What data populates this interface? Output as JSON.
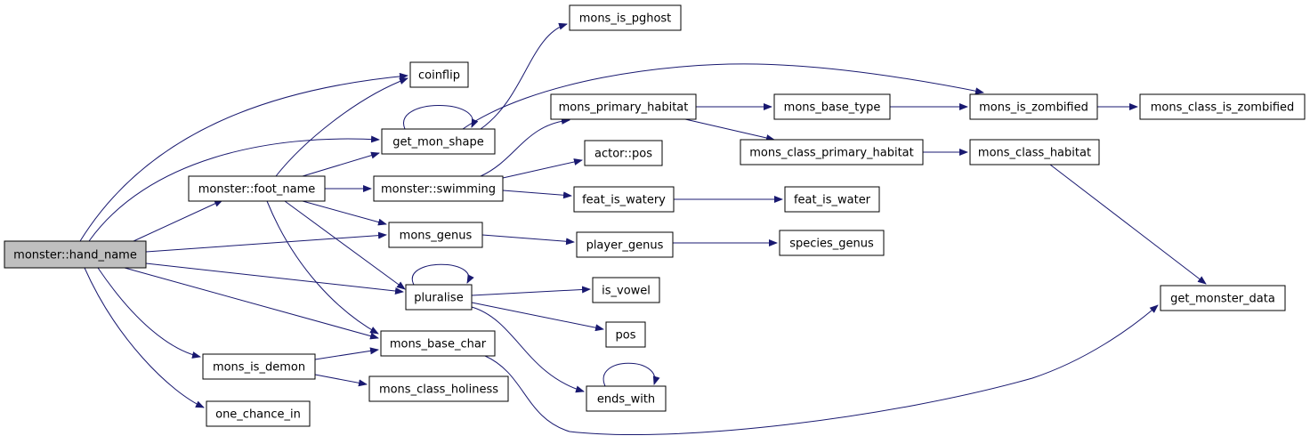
{
  "colors": {
    "background": "#ffffff",
    "edge": "#191970",
    "node_border": "#000000",
    "node_fill": "#ffffff",
    "root_fill": "#bfbfbf"
  },
  "nodes": [
    {
      "id": "hand_name",
      "label": "monster::hand_name",
      "root": true
    },
    {
      "id": "coinflip",
      "label": "coinflip"
    },
    {
      "id": "get_mon_shape",
      "label": "get_mon_shape"
    },
    {
      "id": "foot_name",
      "label": "monster::foot_name"
    },
    {
      "id": "mons_genus",
      "label": "mons_genus"
    },
    {
      "id": "pluralise",
      "label": "pluralise"
    },
    {
      "id": "mons_base_char",
      "label": "mons_base_char"
    },
    {
      "id": "mons_is_demon",
      "label": "mons_is_demon"
    },
    {
      "id": "one_chance_in",
      "label": "one_chance_in"
    },
    {
      "id": "mons_is_pghost",
      "label": "mons_is_pghost"
    },
    {
      "id": "swimming",
      "label": "monster::swimming"
    },
    {
      "id": "mons_primary_habitat",
      "label": "mons_primary_habitat"
    },
    {
      "id": "actor_pos",
      "label": "actor::pos"
    },
    {
      "id": "feat_is_watery",
      "label": "feat_is_watery"
    },
    {
      "id": "player_genus",
      "label": "player_genus"
    },
    {
      "id": "is_vowel",
      "label": "is_vowel"
    },
    {
      "id": "pos",
      "label": "pos"
    },
    {
      "id": "ends_with",
      "label": "ends_with"
    },
    {
      "id": "mons_class_holiness",
      "label": "mons_class_holiness"
    },
    {
      "id": "mons_base_type",
      "label": "mons_base_type"
    },
    {
      "id": "mons_class_primary_habitat",
      "label": "mons_class_primary_habitat"
    },
    {
      "id": "feat_is_water",
      "label": "feat_is_water"
    },
    {
      "id": "species_genus",
      "label": "species_genus"
    },
    {
      "id": "mons_is_zombified",
      "label": "mons_is_zombified"
    },
    {
      "id": "mons_class_habitat",
      "label": "mons_class_habitat"
    },
    {
      "id": "mons_class_is_zombified",
      "label": "mons_class_is_zombified"
    },
    {
      "id": "get_monster_data",
      "label": "get_monster_data"
    }
  ],
  "edges": [
    {
      "from": "hand_name",
      "to": "coinflip"
    },
    {
      "from": "hand_name",
      "to": "get_mon_shape"
    },
    {
      "from": "hand_name",
      "to": "foot_name"
    },
    {
      "from": "hand_name",
      "to": "mons_genus"
    },
    {
      "from": "hand_name",
      "to": "pluralise"
    },
    {
      "from": "hand_name",
      "to": "mons_base_char"
    },
    {
      "from": "hand_name",
      "to": "mons_is_demon"
    },
    {
      "from": "hand_name",
      "to": "one_chance_in"
    },
    {
      "from": "get_mon_shape",
      "to": "get_mon_shape"
    },
    {
      "from": "get_mon_shape",
      "to": "mons_is_pghost"
    },
    {
      "from": "get_mon_shape",
      "to": "mons_is_zombified"
    },
    {
      "from": "foot_name",
      "to": "coinflip"
    },
    {
      "from": "foot_name",
      "to": "get_mon_shape"
    },
    {
      "from": "foot_name",
      "to": "swimming"
    },
    {
      "from": "foot_name",
      "to": "mons_genus"
    },
    {
      "from": "foot_name",
      "to": "pluralise"
    },
    {
      "from": "foot_name",
      "to": "mons_base_char"
    },
    {
      "from": "swimming",
      "to": "mons_primary_habitat"
    },
    {
      "from": "swimming",
      "to": "actor_pos"
    },
    {
      "from": "swimming",
      "to": "feat_is_watery"
    },
    {
      "from": "mons_primary_habitat",
      "to": "mons_base_type"
    },
    {
      "from": "mons_primary_habitat",
      "to": "mons_class_primary_habitat"
    },
    {
      "from": "mons_base_type",
      "to": "mons_is_zombified"
    },
    {
      "from": "mons_is_zombified",
      "to": "mons_class_is_zombified"
    },
    {
      "from": "mons_class_primary_habitat",
      "to": "mons_class_habitat"
    },
    {
      "from": "mons_class_habitat",
      "to": "get_monster_data"
    },
    {
      "from": "feat_is_watery",
      "to": "feat_is_water"
    },
    {
      "from": "mons_genus",
      "to": "player_genus"
    },
    {
      "from": "player_genus",
      "to": "species_genus"
    },
    {
      "from": "pluralise",
      "to": "pluralise"
    },
    {
      "from": "pluralise",
      "to": "is_vowel"
    },
    {
      "from": "pluralise",
      "to": "pos"
    },
    {
      "from": "pluralise",
      "to": "ends_with"
    },
    {
      "from": "ends_with",
      "to": "ends_with"
    },
    {
      "from": "mons_base_char",
      "to": "get_monster_data"
    },
    {
      "from": "mons_is_demon",
      "to": "mons_base_char"
    },
    {
      "from": "mons_is_demon",
      "to": "mons_class_holiness"
    }
  ]
}
